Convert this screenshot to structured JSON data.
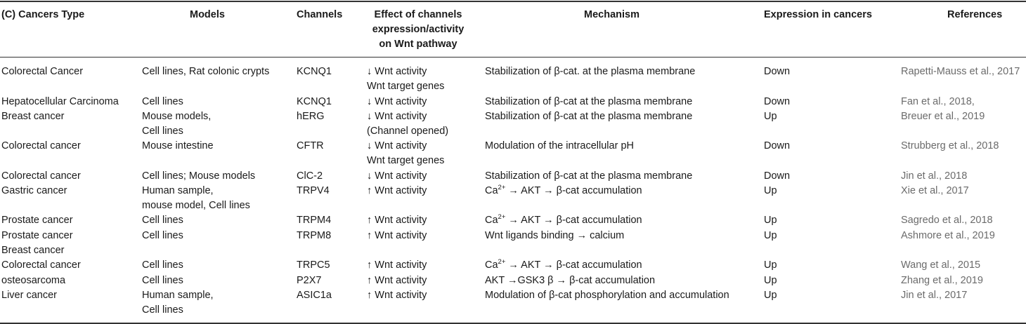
{
  "table": {
    "headers": {
      "cancer_type": "(C) Cancers Type",
      "models": "Models",
      "channels": "Channels",
      "effect": [
        "Effect of channels",
        "expression/activity",
        "on Wnt pathway"
      ],
      "mechanism": "Mechanism",
      "expression": "Expression in cancers",
      "references": "References"
    },
    "rows": [
      {
        "cancer": [
          "Colorectal Cancer"
        ],
        "models": [
          "Cell lines, Rat colonic crypts"
        ],
        "channel": "KCNQ1",
        "effect": [
          "↓ Wnt activity",
          "Wnt target genes"
        ],
        "mechanism": [
          {
            "t": "Stabilization of β-cat. at the plasma membrane"
          }
        ],
        "expression": "Down",
        "reference": "Rapetti-Mauss et al., 2017"
      },
      {
        "cancer": [
          "Hepatocellular Carcinoma"
        ],
        "models": [
          "Cell lines"
        ],
        "channel": "KCNQ1",
        "effect": [
          "↓ Wnt activity"
        ],
        "mechanism": [
          {
            "t": "Stabilization of β-cat at the plasma membrane"
          }
        ],
        "expression": "Down",
        "reference": "Fan et al., 2018,"
      },
      {
        "cancer": [
          "Breast cancer"
        ],
        "models": [
          "Mouse models,",
          "Cell lines"
        ],
        "channel": "hERG",
        "effect": [
          "↓ Wnt activity",
          "(Channel opened)"
        ],
        "mechanism": [
          {
            "t": "Stabilization of β-cat at the plasma membrane"
          }
        ],
        "expression": "Up",
        "reference": "Breuer et al., 2019"
      },
      {
        "cancer": [
          "Colorectal cancer"
        ],
        "models": [
          "Mouse intestine"
        ],
        "channel": "CFTR",
        "effect": [
          "↓ Wnt activity",
          "Wnt target genes"
        ],
        "mechanism": [
          {
            "t": "Modulation of the intracellular pH"
          }
        ],
        "expression": "Down",
        "reference": "Strubberg et al., 2018"
      },
      {
        "cancer": [
          "Colorectal cancer"
        ],
        "models": [
          "Cell lines; Mouse models"
        ],
        "channel": "ClC-2",
        "effect": [
          "↓ Wnt activity"
        ],
        "mechanism": [
          {
            "t": "Stabilization of β-cat at the plasma membrane"
          }
        ],
        "expression": "Down",
        "reference": "Jin et al., 2018"
      },
      {
        "cancer": [
          "Gastric cancer"
        ],
        "models": [
          "Human sample,",
          "mouse model, Cell lines"
        ],
        "channel": "TRPV4",
        "effect": [
          "↑ Wnt activity"
        ],
        "mechanism": [
          {
            "t": "Ca"
          },
          {
            "t": "2+",
            "sup": true
          },
          {
            "t": " → AKT → β-cat accumulation"
          }
        ],
        "expression": "Up",
        "reference": "Xie et al., 2017"
      },
      {
        "cancer": [
          "Prostate cancer"
        ],
        "models": [
          "Cell lines"
        ],
        "channel": "TRPM4",
        "effect": [
          "↑ Wnt activity"
        ],
        "mechanism": [
          {
            "t": "Ca"
          },
          {
            "t": "2+",
            "sup": true
          },
          {
            "t": " → AKT → β-cat accumulation"
          }
        ],
        "expression": "Up",
        "reference": "Sagredo et al., 2018"
      },
      {
        "cancer": [
          "Prostate cancer",
          "Breast cancer"
        ],
        "models": [
          "Cell lines"
        ],
        "channel": "TRPM8",
        "effect": [
          "↑ Wnt activity"
        ],
        "mechanism": [
          {
            "t": "Wnt ligands binding → calcium"
          }
        ],
        "expression": "Up",
        "reference": "Ashmore et al., 2019"
      },
      {
        "cancer": [
          "Colorectal cancer"
        ],
        "models": [
          "Cell lines"
        ],
        "channel": "TRPC5",
        "effect": [
          "↑ Wnt activity"
        ],
        "mechanism": [
          {
            "t": "Ca"
          },
          {
            "t": "2+",
            "sup": true
          },
          {
            "t": " → AKT → β-cat accumulation"
          }
        ],
        "expression": "Up",
        "reference": "Wang et al., 2015"
      },
      {
        "cancer": [
          "osteosarcoma"
        ],
        "models": [
          "Cell lines"
        ],
        "channel": "P2X7",
        "effect": [
          "↑ Wnt activity"
        ],
        "mechanism": [
          {
            "t": "AKT →GSK3 β → β-cat accumulation"
          }
        ],
        "expression": "Up",
        "reference": "Zhang et al., 2019"
      },
      {
        "cancer": [
          "Liver cancer"
        ],
        "models": [
          "Human sample,",
          "Cell lines"
        ],
        "channel": "ASIC1a",
        "effect": [
          "↑ Wnt activity"
        ],
        "mechanism": [
          {
            "t": "Modulation of β-cat phosphorylation and accumulation"
          }
        ],
        "expression": "Up",
        "reference": "Jin et al., 2017"
      }
    ]
  }
}
